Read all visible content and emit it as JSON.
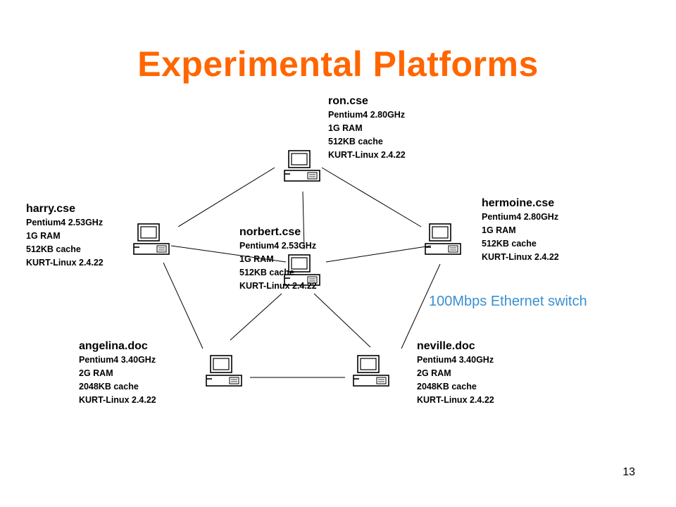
{
  "title": "Experimental Platforms",
  "switch_label": "100Mbps Ethernet switch",
  "page_number": "13",
  "hosts": {
    "ron": {
      "name": "ron.cse",
      "specs": [
        "Pentium4 2.80GHz",
        "1G RAM",
        "512KB cache",
        "KURT-Linux 2.4.22"
      ]
    },
    "harry": {
      "name": "harry.cse",
      "specs": [
        "Pentium4 2.53GHz",
        "1G RAM",
        "512KB cache",
        "KURT-Linux 2.4.22"
      ]
    },
    "hermoine": {
      "name": "hermoine.cse",
      "specs": [
        "Pentium4 2.80GHz",
        "1G RAM",
        "512KB cache",
        "KURT-Linux 2.4.22"
      ]
    },
    "norbert": {
      "name": "norbert.cse",
      "specs": [
        "Pentium4 2.53GHz",
        "1G RAM",
        "512KB cache",
        "KURT-Linux 2.4.22"
      ]
    },
    "angelina": {
      "name": "angelina.doc",
      "specs": [
        "Pentium4 3.40GHz",
        "2G RAM",
        "2048KB cache",
        "KURT-Linux 2.4.22"
      ]
    },
    "neville": {
      "name": "neville.doc",
      "specs": [
        "Pentium4 3.40GHz",
        "2G RAM",
        "2048KB cache",
        "KURT-Linux 2.4.22"
      ]
    }
  },
  "links": [
    [
      "ron",
      "harry"
    ],
    [
      "ron",
      "hermoine"
    ],
    [
      "ron",
      "norbert"
    ],
    [
      "harry",
      "angelina"
    ],
    [
      "hermoine",
      "neville"
    ],
    [
      "angelina",
      "neville"
    ],
    [
      "harry",
      "norbert"
    ],
    [
      "hermoine",
      "norbert"
    ],
    [
      "norbert",
      "angelina"
    ],
    [
      "norbert",
      "neville"
    ]
  ]
}
